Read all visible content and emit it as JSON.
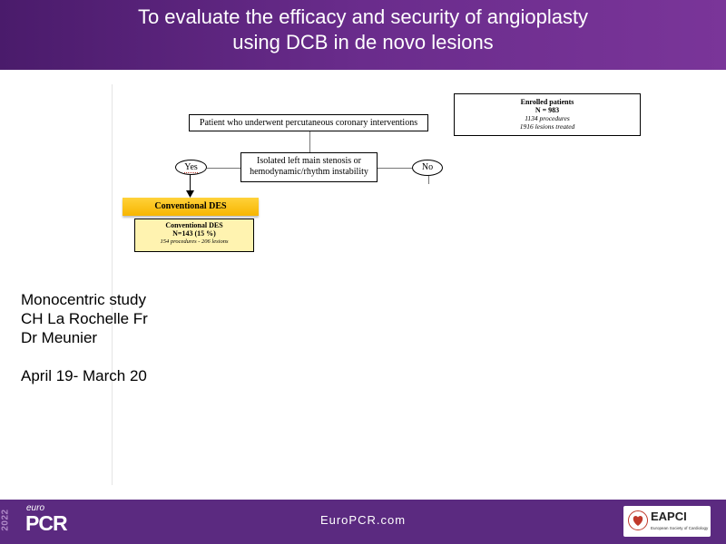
{
  "slide": {
    "title_line1": "To evaluate the efficacy and security of angioplasty",
    "title_line2": "using DCB in de novo lesions"
  },
  "flowchart": {
    "enrolled": {
      "heading": "Enrolled patients",
      "count": "N = 983",
      "procedures": "1134 procedures",
      "lesions": "1916 lesions treated"
    },
    "pci_box": "Patient who underwent percutaneous coronary interventions",
    "question_line1": "Isolated left main stenosis or",
    "question_line2": "hemodynamic/rhythm instability",
    "yes_label": "Yes",
    "no_label": "No",
    "conventional_banner": "Conventional DES",
    "conventional_box": {
      "heading": "Conventional DES",
      "count": "N=143 (15 %)",
      "detail": "154 procedures - 206 lesions"
    }
  },
  "study_info": {
    "line1": "Monocentric study",
    "line2": "CH La Rochelle Fr",
    "line3": "Dr Meunier",
    "period": "April 19- March 20"
  },
  "footer": {
    "year": "2022",
    "brand_small": "euro",
    "brand_large": "PCR",
    "website": "EuroPCR.com",
    "partner_logo": "EAPCI",
    "partner_sub": "European Society of Cardiology",
    "colors": {
      "footer_bg": "#5b2a80",
      "header_bg": "#6a2c8c",
      "banner": "#f7b500"
    }
  }
}
